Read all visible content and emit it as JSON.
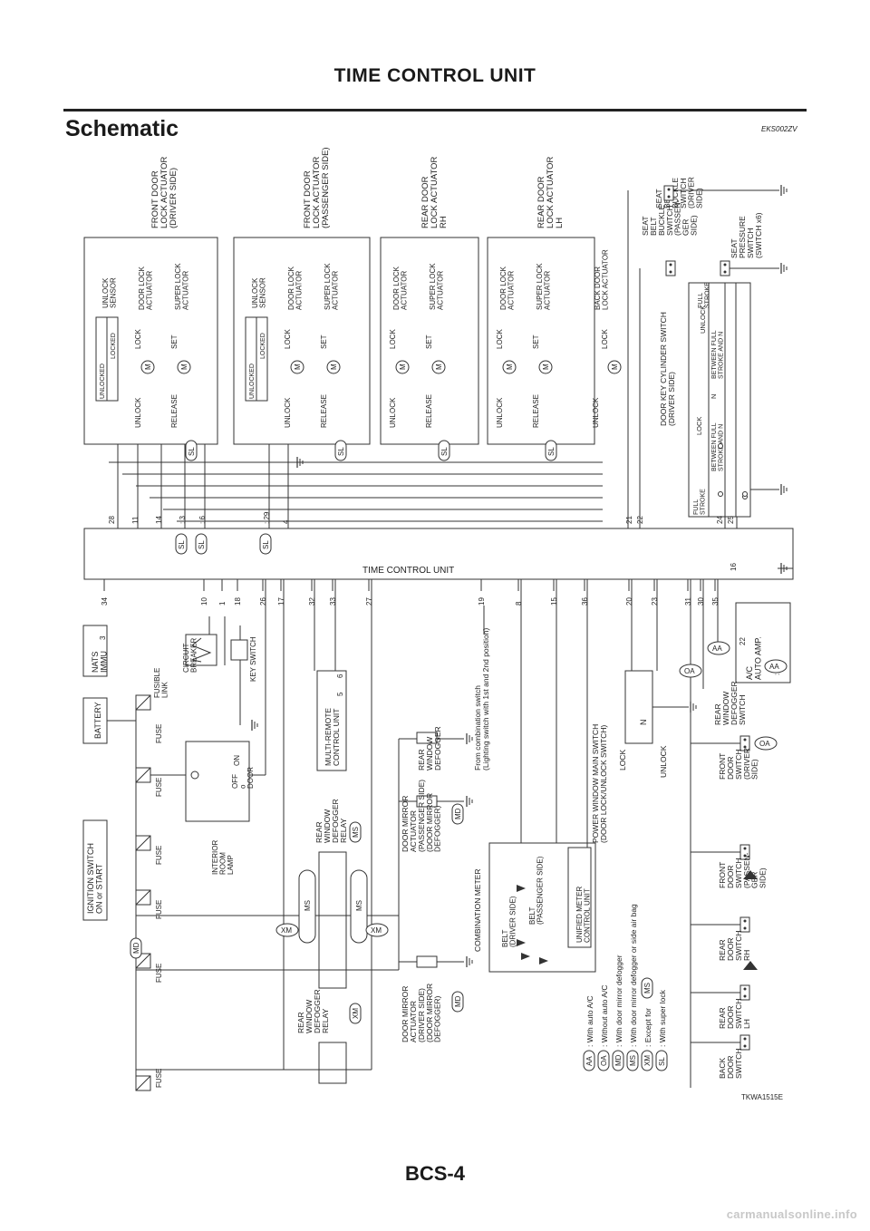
{
  "header": {
    "title": "TIME CONTROL UNIT",
    "section": "Schematic",
    "section_code": "EKS002ZV"
  },
  "footer": {
    "page_number": "BCS-4",
    "figure_code": "TKWA1515E",
    "watermark": "carmanualsonline.info"
  },
  "diagram": {
    "central_unit": "TIME CONTROL UNIT",
    "actuator_groups": [
      {
        "title": [
          "FRONT DOOR",
          "LOCK ACTUATOR",
          "(DRIVER SIDE)"
        ],
        "has_sensor": true,
        "has_super_lock": true
      },
      {
        "title": [
          "FRONT DOOR",
          "LOCK ACTUATOR",
          "(PASSENGER SIDE)"
        ],
        "has_sensor": true,
        "has_super_lock": true
      },
      {
        "title": [
          "REAR DOOR",
          "LOCK ACTUATOR",
          "RH"
        ],
        "has_sensor": false,
        "has_super_lock": true
      },
      {
        "title": [
          "REAR DOOR",
          "LOCK ACTUATOR",
          "LH"
        ],
        "has_sensor": false,
        "has_super_lock": true
      }
    ],
    "actuator_labels": {
      "unlock_sensor": [
        "UNLOCK",
        "SENSOR"
      ],
      "sensor_sl": ": SL",
      "unlocked": "UNLOCKED",
      "locked": "LOCKED",
      "door_lock": [
        "DOOR LOCK",
        "ACTUATOR"
      ],
      "super_lock": [
        "SUPER LOCK",
        "ACTUATOR"
      ],
      "super_lock_sl": ": SL",
      "unlock": "UNLOCK",
      "lock": "LOCK",
      "release": "RELEASE",
      "set": "SET",
      "motor": "M",
      "sl_tag": "SL"
    },
    "back_door": [
      "BACK DOOR",
      "LOCK ACTUATOR"
    ],
    "seat_belt_driver": [
      "SEAT",
      "BELT",
      "BUCKLE",
      "SWITCH",
      "(DRIVER",
      "SIDE)"
    ],
    "seat_belt_passenger": [
      "SEAT",
      "BELT",
      "BUCKLE",
      "SWITCH",
      "(PASSEN-",
      "GER",
      "SIDE)"
    ],
    "seat_pressure": [
      "SEAT",
      "PRESSURE",
      "SWITCH",
      "(SWITCH x6)"
    ],
    "key_cylinder": {
      "title": [
        "DOOR KEY CYLINDER SWITCH",
        "(DRIVER SIDE)"
      ],
      "lock": "LOCK",
      "unlock": "UNLOCK",
      "n": "N",
      "columns": [
        [
          "FULL",
          "STROKE"
        ],
        [
          "BETWEEN FULL",
          "STROKE AND N"
        ],
        [
          "BETWEEN FULL",
          "STROKE AND N"
        ],
        [
          "FULL",
          "STROKE"
        ]
      ]
    },
    "pins_top": [
      {
        "label": "28"
      },
      {
        "label": "11"
      },
      {
        "label": "14"
      },
      {
        "label": ": 3",
        "tag": "SL"
      },
      {
        "label": ": 6",
        "tag": "SL"
      },
      {
        "label": ": 29",
        "tag": "SL"
      },
      {
        "label": "4"
      },
      {
        "label": "21"
      },
      {
        "label": "22"
      },
      {
        "label": "24"
      },
      {
        "label": "25"
      }
    ],
    "pins_bottom": [
      "34",
      "10",
      "1",
      "18",
      "26",
      "17",
      "32",
      "33",
      "27",
      "19",
      "8",
      "15",
      "36",
      "20",
      "23",
      "31",
      "30",
      "35"
    ],
    "pin_16": "16",
    "left_components": {
      "nats": [
        "NATS",
        "IMMU"
      ],
      "nats_pin": "3",
      "battery": "BATTERY",
      "ignition": [
        "IGNITION SWITCH",
        "ON or START"
      ],
      "fusible_link": [
        "FUSIBLE",
        "LINK"
      ],
      "circuit_breaker": [
        "CIRCUIT",
        "BREAKER"
      ],
      "key_switch": "KEY SWITCH",
      "fuse": "FUSE",
      "interior_lamp": [
        "INTERIOR",
        "ROOM",
        "LAMP"
      ],
      "lamp_switch": [
        "OFF",
        "o",
        "DOOR"
      ],
      "lamp_on": "ON",
      "multi_remote": [
        "MULTI-REMOTE",
        "CONTROL UNIT"
      ],
      "multi_remote_pins": [
        "5",
        "6"
      ],
      "relay_ms": [
        "REAR",
        "WINDOW",
        "DEFOGGER",
        "RELAY"
      ],
      "relay_ms_tag": "MS",
      "relay_xm": [
        "REAR",
        "WINDOW",
        "DEFOGGER",
        "RELAY"
      ],
      "relay_xm_tag": "XM",
      "ms_tag": "MS",
      "xm_tag": "XM",
      "md_tag": "MD"
    },
    "middle_components": {
      "mirror_passenger": [
        "DOOR MIRROR",
        "ACTUATOR",
        "(PASSENGER SIDE)",
        "(DOOR MIRROR",
        "DEFOGGER)"
      ],
      "mirror_passenger_tag": "MD",
      "mirror_driver": [
        "DOOR MIRROR",
        "ACTUATOR",
        "(DRIVER SIDE)",
        "(DOOR MIRROR",
        "DEFOGGER)"
      ],
      "mirror_driver_tag": "MD",
      "rear_defogger": [
        "REAR",
        "WINDOW",
        "DEFOGGER"
      ],
      "combination_switch": [
        "From combination switch",
        "(Lighting switch with 1st and 2nd position)"
      ],
      "combination_meter": "COMBINATION METER",
      "belt_driver": [
        "BELT",
        "(DRIVER SIDE)"
      ],
      "belt_passenger": [
        "BELT",
        "(PASSENGER SIDE)"
      ],
      "unified_meter": [
        "UNIFIED METER",
        "CONTROL UNIT"
      ],
      "pw_switch": [
        "POWER WINDOW MAIN SWITCH",
        "(DOOR LOCK/UNLOCK SWITCH)"
      ],
      "pw_lock": "LOCK",
      "pw_unlock": "UNLOCK",
      "pw_n": "N"
    },
    "right_components": {
      "aa_tag": "AA",
      "oa_tag": "OA",
      "ac_amp": [
        "A/C",
        "AUTO AMP."
      ],
      "ac_pin": "22",
      "ac_tag": "AA",
      "rear_defogger_switch": [
        "REAR",
        "WINDOW",
        "DEFOGGER",
        "SWITCH"
      ],
      "rear_defogger_switch_tag": "OA",
      "front_driver": [
        "FRONT",
        "DOOR",
        "SWITCH",
        "(DRIVER",
        "SIDE)"
      ],
      "front_passenger": [
        "FRONT",
        "DOOR",
        "SWITCH",
        "(PASSEN-",
        "GER",
        "SIDE)"
      ],
      "rear_rh": [
        "REAR",
        "DOOR",
        "SWITCH",
        "RH"
      ],
      "rear_lh": [
        "REAR",
        "DOOR",
        "SWITCH",
        "LH"
      ],
      "back_door_switch": [
        "BACK",
        "DOOR",
        "SWITCH"
      ]
    },
    "legend": [
      {
        "code": "AA",
        "text": ": With auto A/C"
      },
      {
        "code": "OA",
        "text": ": Without auto A/C"
      },
      {
        "code": "MD",
        "text": ": With door mirror defogger"
      },
      {
        "code": "MS",
        "text": ": With door mirror defogger or side air bag"
      },
      {
        "code": "XM",
        "text": ": Except for",
        "suffix": "MS"
      },
      {
        "code": "SL",
        "text": ": With super lock"
      }
    ]
  }
}
